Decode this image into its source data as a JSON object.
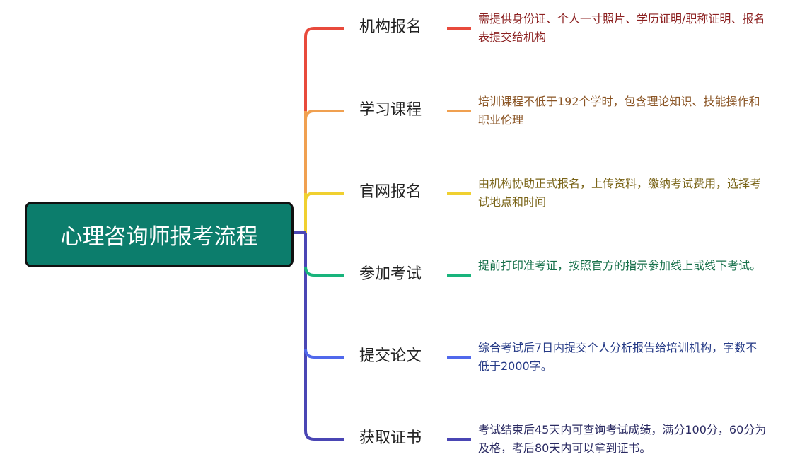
{
  "root": {
    "title": "心理咨询师报考流程",
    "color": "#0c7d6c"
  },
  "branches": [
    {
      "label": "机构报名",
      "desc": "需提供身份证、个人一寸照片、学历证明/职称证明、报名表提交给机构",
      "line_color": "#e84a3c",
      "text_color": "#8b1f1f"
    },
    {
      "label": "学习课程",
      "desc": "培训课程不低于192个学时，包含理论知识、技能操作和职业伦理",
      "line_color": "#f0a050",
      "text_color": "#8a5424"
    },
    {
      "label": "官网报名",
      "desc": "由机构协助正式报名，上传资料，缴纳考试费用，选择考试地点和时间",
      "line_color": "#f0d030",
      "text_color": "#7a6418"
    },
    {
      "label": "参加考试",
      "desc": "提前打印准考证，按照官方的指示参加线上或线下考试。",
      "line_color": "#18b47c",
      "text_color": "#17704a"
    },
    {
      "label": "提交论文",
      "desc": "综合考试后7日内提交个人分析报告给培训机构，字数不低于2000字。",
      "line_color": "#5068ec",
      "text_color": "#253a86"
    },
    {
      "label": "获取证书",
      "desc": "考试结束后45天内可查询考试成绩，满分100分，60分为及格，考后80天内可以拿到证书。",
      "line_color": "#4a46b4",
      "text_color": "#2a2a62"
    }
  ]
}
